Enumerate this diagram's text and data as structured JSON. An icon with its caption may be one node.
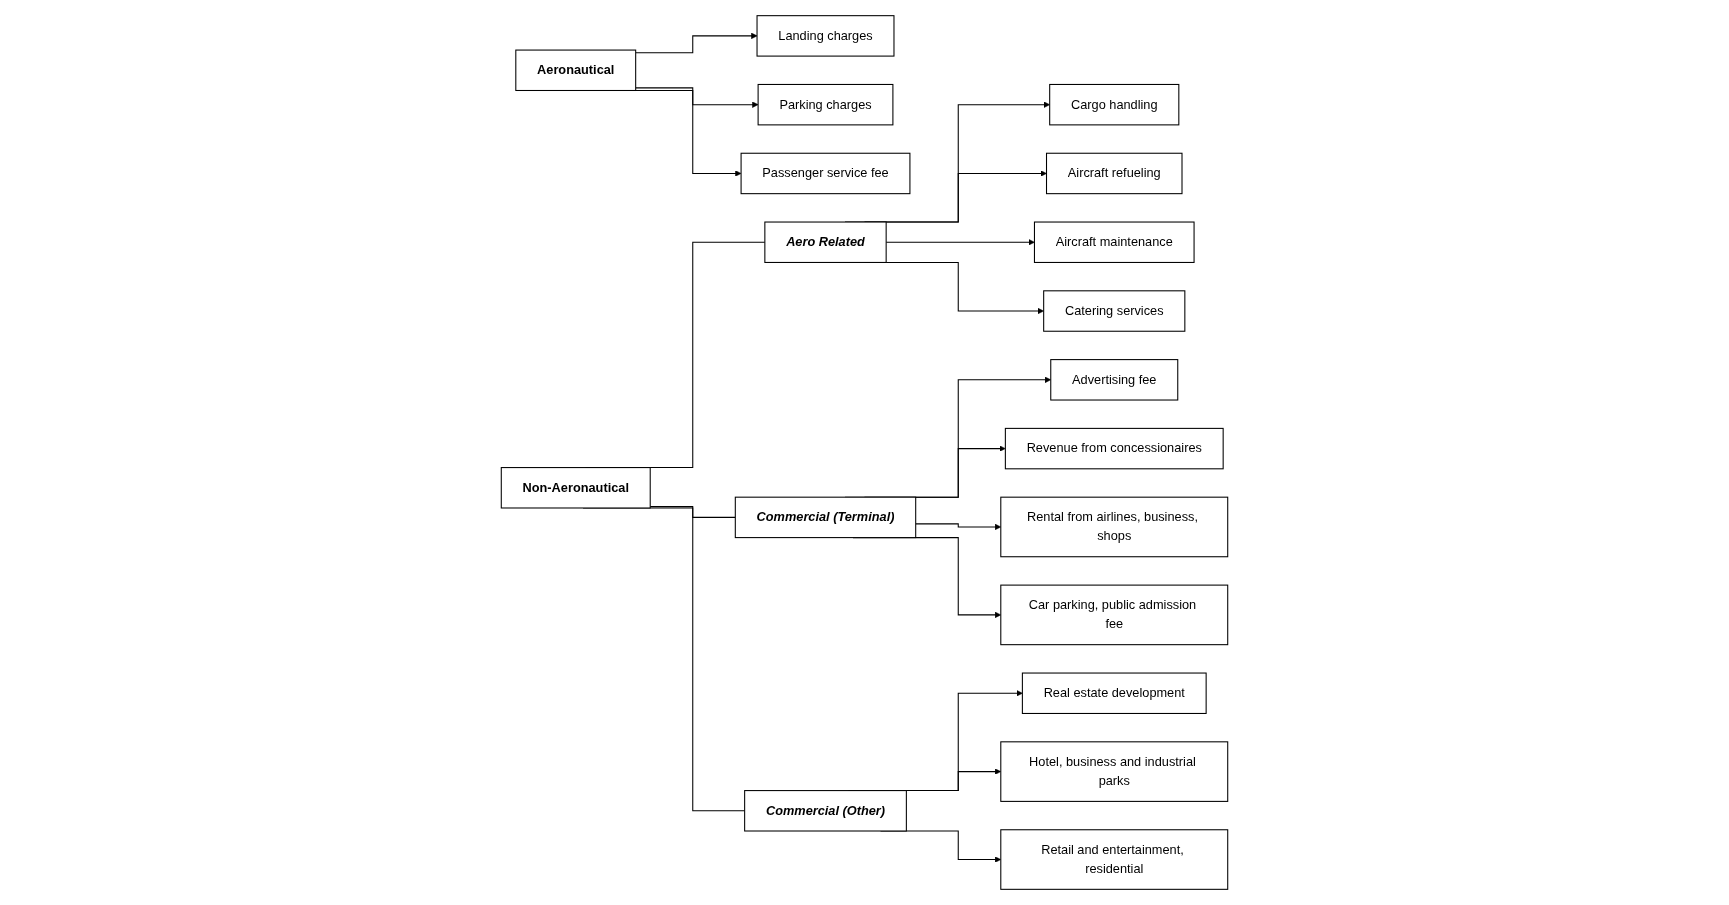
{
  "diagram": {
    "nodes": [
      {
        "text": [
          "Aeronautical"
        ]
      },
      {
        "text": [
          "Landing charges"
        ]
      },
      {
        "text": [
          "Parking charges"
        ]
      },
      {
        "text": [
          "Passenger service fee"
        ]
      },
      {
        "text": [
          "Non-Aeronautical"
        ]
      },
      {
        "text": [
          "Aero Related"
        ]
      },
      {
        "text": [
          "Commercial (Terminal)"
        ]
      },
      {
        "text": [
          "Commercial (Other)"
        ]
      },
      {
        "text": [
          "Cargo handling"
        ]
      },
      {
        "text": [
          "Aircraft refueling"
        ]
      },
      {
        "text": [
          "Aircraft maintenance"
        ]
      },
      {
        "text": [
          "Catering services"
        ]
      },
      {
        "text": [
          "Advertising fee"
        ]
      },
      {
        "text": [
          "Revenue from concessionaires"
        ]
      },
      {
        "text": [
          "Rental from airlines, business, shops"
        ]
      },
      {
        "text": [
          "Car parking, public admission fee"
        ]
      },
      {
        "text": [
          "Real estate development"
        ]
      },
      {
        "text": [
          "Hotel, business and industrial parks"
        ]
      },
      {
        "text": [
          "Retail and entertainment, residential"
        ]
      }
    ],
    "edges": [
      {
        "from": 0,
        "to": 1,
        "arrow": "to"
      },
      {
        "from": 0,
        "to": 2,
        "arrow": "to"
      },
      {
        "from": 0,
        "to": 3,
        "arrow": "to"
      },
      {
        "from": 4,
        "to": 5,
        "arrow": "none"
      },
      {
        "from": 4,
        "to": 6,
        "arrow": "none"
      },
      {
        "from": 4,
        "to": 7,
        "arrow": "none"
      },
      {
        "from": 5,
        "to": 8,
        "arrow": "to"
      },
      {
        "from": 5,
        "to": 9,
        "arrow": "to"
      },
      {
        "from": 5,
        "to": 10,
        "arrow": "to"
      },
      {
        "from": 5,
        "to": 11,
        "arrow": "to"
      },
      {
        "from": 6,
        "to": 12,
        "arrow": "to"
      },
      {
        "from": 6,
        "to": 13,
        "arrow": "to"
      },
      {
        "from": 6,
        "to": 14,
        "arrow": "to"
      },
      {
        "from": 6,
        "to": 15,
        "arrow": "to"
      },
      {
        "from": 7,
        "to": 16,
        "arrow": "to"
      },
      {
        "from": 7,
        "to": 17,
        "arrow": "to"
      },
      {
        "from": 7,
        "to": 18,
        "arrow": "to"
      }
    ]
  }
}
